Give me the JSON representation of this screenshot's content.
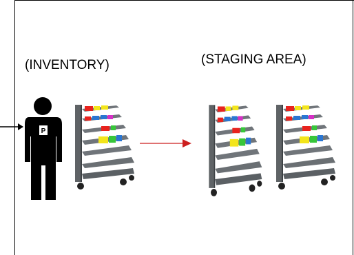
{
  "labels": {
    "inventory": "(INVENTORY)",
    "staging": "(STAGING AREA)"
  },
  "person_badge": "P",
  "colors": {
    "frame": "#000000",
    "arrow": "#cc1f1f",
    "cart_frame": "#5f6366",
    "cart_shelf": "#70757a",
    "bin_red": "#e8231e",
    "bin_yellow": "#f3e51b",
    "bin_green": "#37c63a",
    "bin_blue": "#2a76d2",
    "bin_magenta": "#d62fc6"
  },
  "icons": [
    "person-icon",
    "cart-icon",
    "arrow-icon"
  ]
}
